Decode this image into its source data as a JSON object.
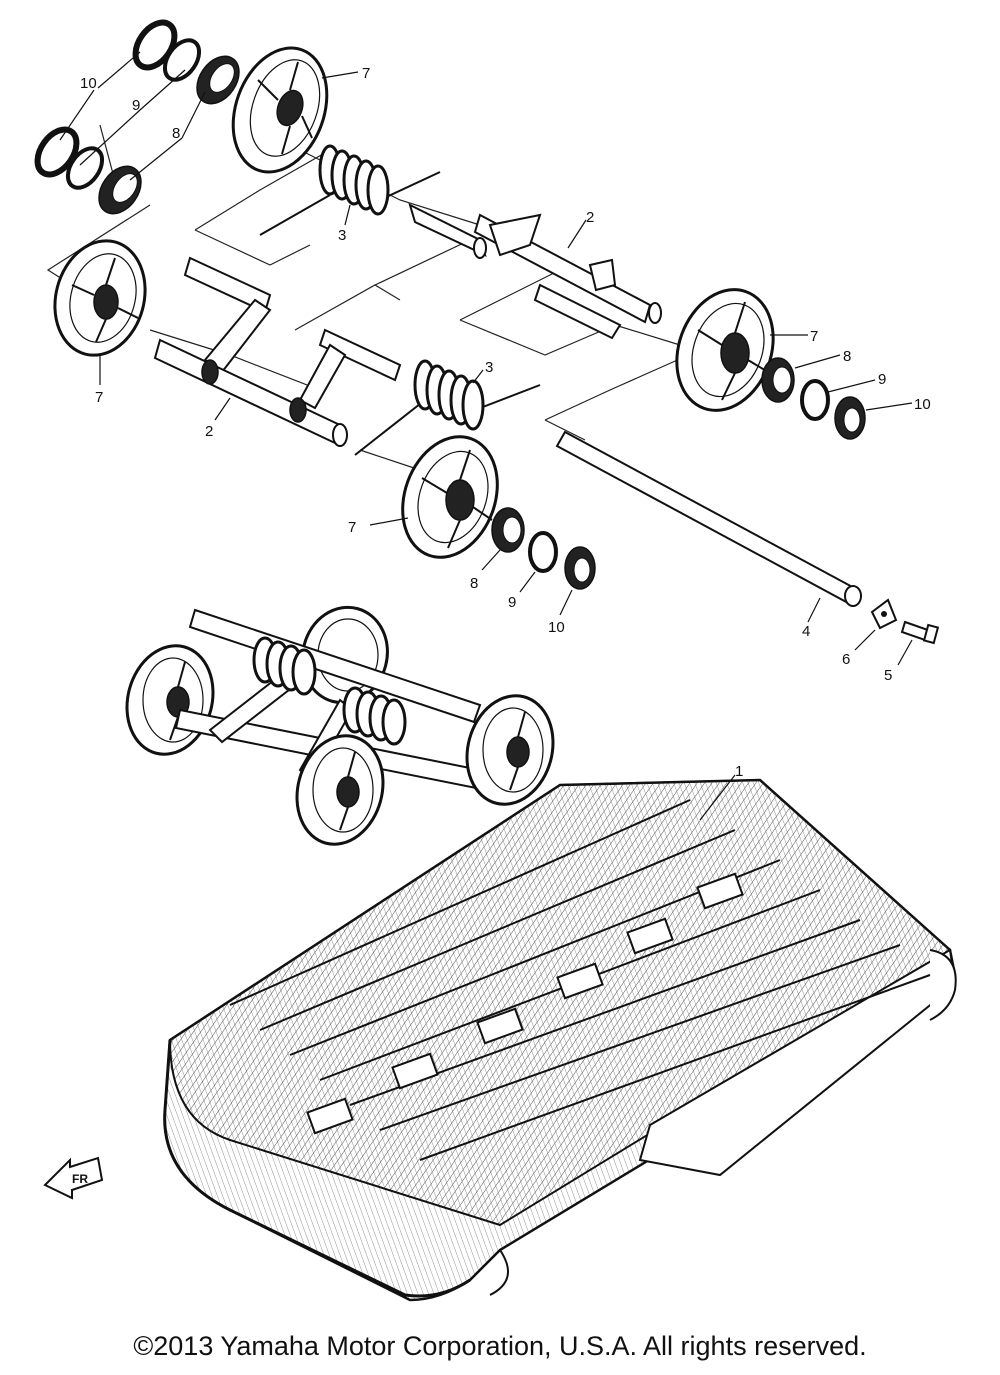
{
  "diagram": {
    "callouts": {
      "c1": "1",
      "c2a": "2",
      "c2b": "2",
      "c3a": "3",
      "c3b": "3",
      "c4": "4",
      "c5": "5",
      "c6": "6",
      "c7a": "7",
      "c7b": "7",
      "c7c": "7",
      "c7d": "7",
      "c8a": "8",
      "c8b": "8",
      "c8c": "8",
      "c9a": "9",
      "c9b": "9",
      "c9c": "9",
      "c10a": "10",
      "c10b": "10",
      "c10c": "10"
    },
    "fr_mark": "FR"
  },
  "footer": {
    "copyright": "©2013 Yamaha Motor Corporation, U.S.A. All rights reserved."
  }
}
